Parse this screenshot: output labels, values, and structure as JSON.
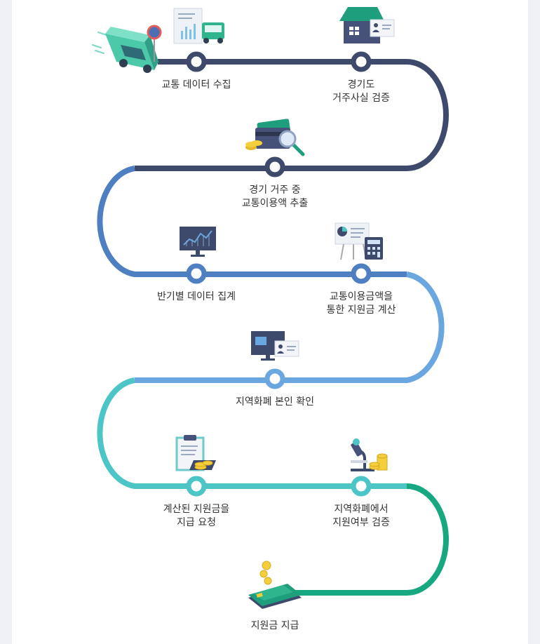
{
  "steps": [
    {
      "label": [
        "교통 데이터 수집"
      ],
      "icon": "bus-data-icon"
    },
    {
      "label": [
        "경기도",
        "거주사실 검증"
      ],
      "icon": "house-id-icon"
    },
    {
      "label": [
        "경기 거주 중",
        "교통이용액 추출"
      ],
      "icon": "card-search-icon"
    },
    {
      "label": [
        "반기별 데이터 집계"
      ],
      "icon": "monitor-chart-icon"
    },
    {
      "label": [
        "교통이용금액을",
        "통한 지원금 계산"
      ],
      "icon": "board-calculator-icon"
    },
    {
      "label": [
        "지역화폐 본인 확인"
      ],
      "icon": "monitor-id-icon"
    },
    {
      "label": [
        "계산된 지원금을",
        "지급 요청"
      ],
      "icon": "clipboard-coins-icon"
    },
    {
      "label": [
        "지역화폐에서",
        "지원여부 검증"
      ],
      "icon": "microscope-coins-icon"
    },
    {
      "label": [
        "지원금 지급"
      ],
      "icon": "wallet-coins-icon"
    }
  ],
  "colors": {
    "navy": "#3d4a6b",
    "blue": "#4e7fc0",
    "light_blue": "#6aa6df",
    "teal": "#4cc5c7",
    "green": "#17a882"
  }
}
